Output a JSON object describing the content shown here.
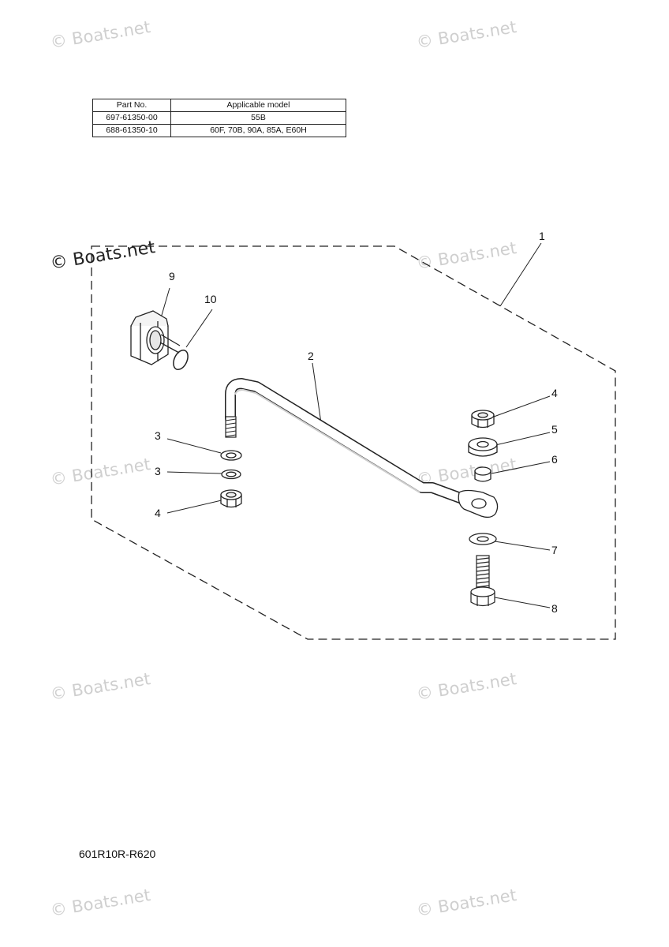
{
  "watermark": "© Boats.net",
  "parts_table": {
    "headers": [
      "Part No.",
      "Applicable model"
    ],
    "rows": [
      [
        "697-61350-00",
        "55B"
      ],
      [
        "688-61350-10",
        "60F, 70B, 90A, 85A, E60H"
      ]
    ]
  },
  "callouts": [
    "1",
    "2",
    "3",
    "3",
    "4",
    "4",
    "5",
    "6",
    "7",
    "8",
    "9",
    "10"
  ],
  "footer_code": "601R10R-R620"
}
